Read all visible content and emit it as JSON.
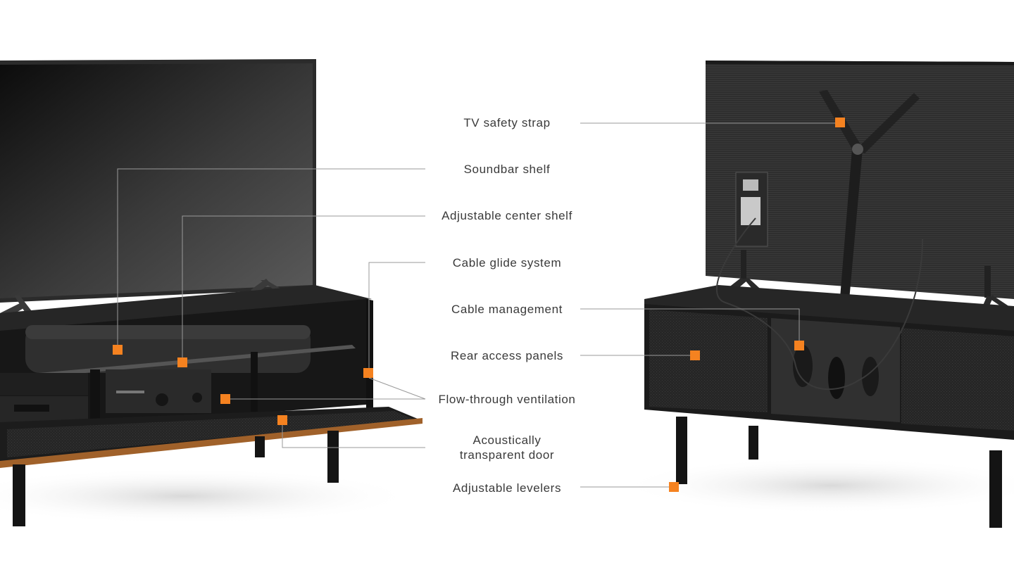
{
  "colors": {
    "marker": "#f58220",
    "leader_line": "#9a9a9a",
    "label_text": "#3a3a3a",
    "tv_frame": "#2b2b2b",
    "cabinet": "#1e1e1e",
    "wood_edge": "#a0612a",
    "fabric": "#2a2a2a"
  },
  "callouts": [
    {
      "id": "tv-safety-strap",
      "lines": [
        "TV safety strap"
      ]
    },
    {
      "id": "soundbar-shelf",
      "lines": [
        "Soundbar shelf"
      ]
    },
    {
      "id": "adjustable-center-shelf",
      "lines": [
        "Adjustable center shelf"
      ]
    },
    {
      "id": "cable-glide-system",
      "lines": [
        "Cable glide system"
      ]
    },
    {
      "id": "cable-management",
      "lines": [
        "Cable management"
      ]
    },
    {
      "id": "rear-access-panels",
      "lines": [
        "Rear access panels"
      ]
    },
    {
      "id": "flow-through-ventilation",
      "lines": [
        "Flow-through ventilation"
      ]
    },
    {
      "id": "acoustically-transparent-door",
      "lines": [
        "Acoustically",
        "transparent door"
      ]
    },
    {
      "id": "adjustable-levelers",
      "lines": [
        "Adjustable levelers"
      ]
    }
  ]
}
